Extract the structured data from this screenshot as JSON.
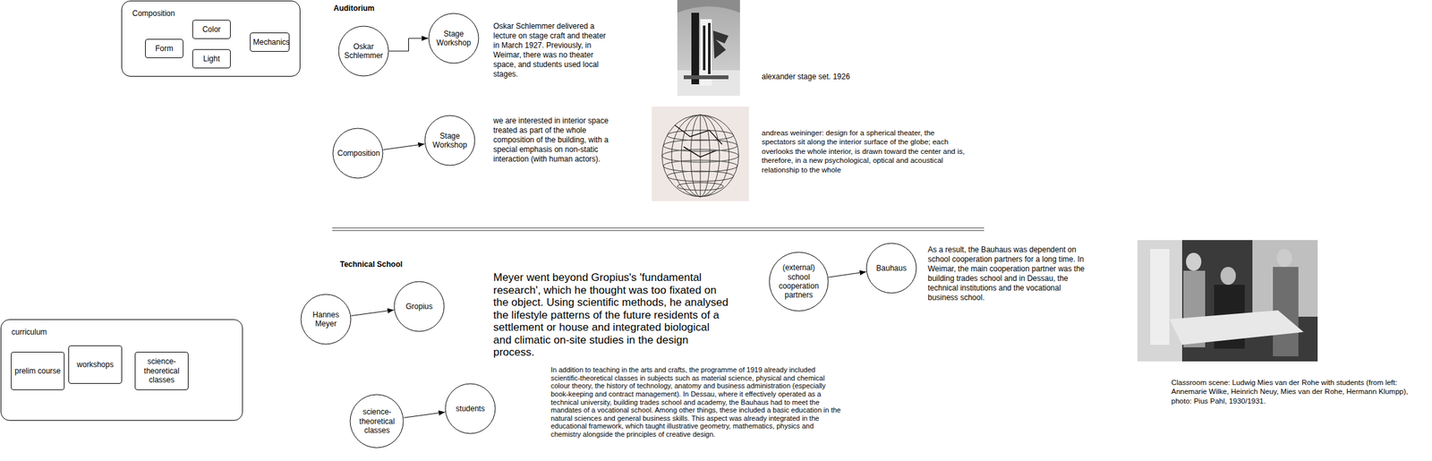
{
  "diagram": {
    "nodes": [
      {
        "text": [
          "Composition"
        ]
      },
      {
        "text": [
          "Color"
        ],
        "in": 0
      },
      {
        "text": [
          "Form"
        ],
        "in": 0
      },
      {
        "text": [
          "Light"
        ],
        "in": 0
      },
      {
        "text": [
          "Mechanics"
        ],
        "in": 0
      },
      {
        "text": [
          "Oskar Schlemmer"
        ]
      },
      {
        "text": [
          "Stage Workshop"
        ]
      },
      {
        "text": [
          "Composition"
        ]
      },
      {
        "text": [
          "Stage Workshop"
        ]
      },
      {
        "text": [
          "curriculum"
        ]
      },
      {
        "text": [
          "prelim course"
        ],
        "in": 9
      },
      {
        "text": [
          "workshops"
        ],
        "in": 9
      },
      {
        "text": [
          "science-theoretical classes"
        ],
        "in": 9
      },
      {
        "text": [
          "Hannes Meyer"
        ]
      },
      {
        "text": [
          "Gropius"
        ]
      },
      {
        "text": [
          "science-theoretical classes"
        ]
      },
      {
        "text": [
          "students"
        ]
      },
      {
        "text": [
          "(external) school cooperation partners"
        ]
      },
      {
        "text": [
          "Bauhaus"
        ]
      }
    ],
    "edges": [
      {
        "from": 5,
        "to": 6,
        "arrow": "to"
      },
      {
        "from": 7,
        "to": 8,
        "arrow": "to"
      },
      {
        "from": 13,
        "to": 14,
        "arrow": "to"
      },
      {
        "from": 15,
        "to": 16,
        "arrow": "to"
      },
      {
        "from": 17,
        "to": 18,
        "arrow": "to"
      }
    ],
    "labels": [
      "Auditorium",
      "Oskar Schlemmer delivered a lecture on stage craft and theater in March 1927. Previously, in Weimar, there was no theater space, and students used local stages.",
      "alexander stage set. 1926",
      "we are interested in interior space treated as part of the whole composition of the building, with a special emphasis on non-static interaction (with human actors).",
      "andreas weininger: design for a spherical theater, the spectators sit along the interior surface of the globe; each overlooks the whole interior, is drawn toward the center and is, therefore, in a new psychological, optical and acoustical relationship to the whole",
      "Technical School",
      "Meyer went beyond Gropius's 'fundamental research', which he thought was too fixated on the object. Using scientific methods, he analysed the lifestyle patterns of the future residents of a settlement or house and integrated biological and climatic on-site studies in the design process.",
      "As a result, the Bauhaus was dependent on school cooperation partners for a long time. In Weimar, the main cooperation partner was the building trades school and in Dessau, the technical institutions and the vocational business school.",
      "Classroom scene: Ludwig Mies van der Rohe with students (from left: Annemarie Wilke, Heinrich Neuy, Mies van der Rohe, Hermann Klumpp), photo: Pius Pahl, 1930/1931.",
      "In addition to teaching in the arts and crafts, the programme of 1919 already included scientific-theoretical classes in subjects such as material science, physical and chemical colour theory, the history of technology, anatomy and business administration (especially book-keeping and contract management). In Dessau, where it effectively operated as a technical university, building trades school and academy, the Bauhaus had to meet the mandates of a vocational school. Among other things, these included a basic education in the natural sciences and general business skills. This aspect was already integrated in the educational framework, which taught illustrative geometry, mathematics, physics and chemistry alongside the principles of creative design."
    ]
  }
}
